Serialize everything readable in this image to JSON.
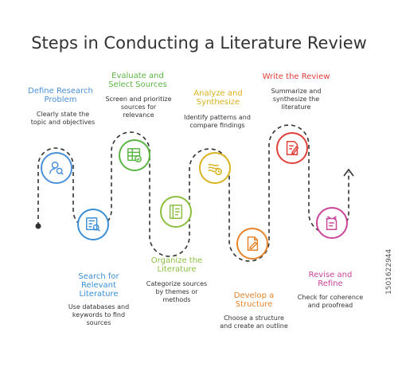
{
  "title": "Steps in Conducting a Literature Review",
  "colors": {
    "path": "#333333",
    "step1": "#4a90d9",
    "step2": "#3b8fd6",
    "step3": "#5bb543",
    "step4": "#8cbf3f",
    "step5": "#d9b21e",
    "step6": "#e8842c",
    "step7": "#e0403a",
    "step8": "#c94598"
  },
  "steps": [
    {
      "heading": "Define Research Problem",
      "description": "Clearly state the topic and objectives",
      "icon": "person-search-icon"
    },
    {
      "heading": "Search for Relevant Literature",
      "description": "Use databases and keywords to find sources",
      "icon": "database-search-icon"
    },
    {
      "heading": "Evaluate and Select Sources",
      "description": "Screen and prioritize sources for relevance",
      "icon": "checklist-icon"
    },
    {
      "heading": "Organize the Literature",
      "description": "Categorize sources by themes or methods",
      "icon": "document-list-icon"
    },
    {
      "heading": "Analyze and Synthesize",
      "description": "Identify patterns and compare findings",
      "icon": "analysis-icon"
    },
    {
      "heading": "Develop a Structure",
      "description": "Choose a structure and create an outline",
      "icon": "document-edit-icon"
    },
    {
      "heading": "Write the Review",
      "description": "Summarize and synthesize the literature",
      "icon": "writing-icon"
    },
    {
      "heading": "Revise and Refine",
      "description": "Check for coherence and proofread",
      "icon": "revise-icon"
    }
  ],
  "watermark_id": "1501622944"
}
